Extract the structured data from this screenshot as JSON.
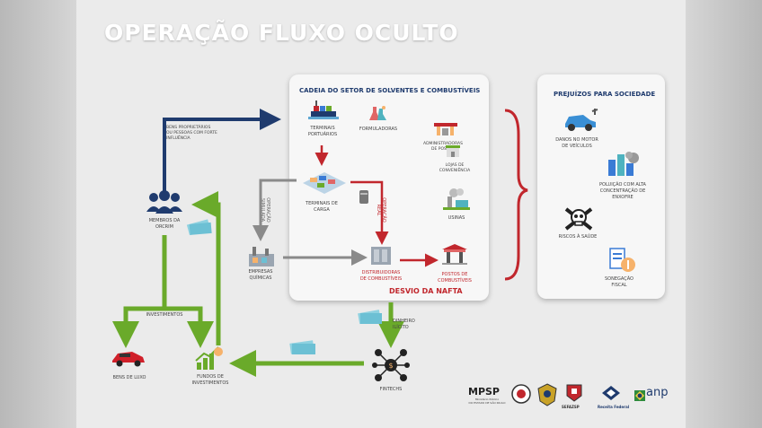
{
  "title": "OPERAÇÃO FLUXO OCULTO",
  "chain_panel": {
    "title": "CADEIA DO SETOR DE SOLVENTES E COMBUSTÍVEIS",
    "nodes": {
      "terminais_portuarios": "TERMINAIS\nPORTUÁRIOS",
      "formuladoras": "FORMULADORAS",
      "administradoras": "ADMINISTRADORAS\nDE POSTOS",
      "lojas": "LOJAS DE\nCONVENIÊNCIA",
      "terminais_carga": "TERMINAIS DE\nCARGA",
      "usinas": "USINAS",
      "distribuidoras": "DISTRIBUIDORAS\nDE COMBUSTÍVEIS",
      "postos": "POSTOS DE\nCOMBUSTÍVEIS"
    },
    "operacao_simulada": "OPERAÇÃO\nSIMULADA",
    "operacao_real": "OPERAÇÃO\nREAL",
    "desvio": "DESVIO DA NAFTA"
  },
  "impact_panel": {
    "title": "PREJUÍZOS PARA SOCIEDADE",
    "items": [
      "DANOS NO MOTOR\nDE VEÍCULOS",
      "POLUIÇÃO COM ALTA\nCONCENTRAÇÃO DE\nENXOFRE",
      "RISCOS À SAÚDE",
      "SONEGAÇÃO\nFISCAL"
    ]
  },
  "outside": {
    "bens_proprietarios": "BENS PROPRIETÁRIOS\nOU PESSOAS COM FORTE\nINFLUÊNCIA",
    "membros": "MEMBROS DA\nORCRIM",
    "empresas_quimicas": "EMPRESAS\nQUÍMICAS",
    "investimentos": "INVESTIMENTOS",
    "bens_luxo": "BENS DE LUXO",
    "fundos": "FUNDOS DE\nINVESTIMENTOS",
    "fintechs": "FINTECHS",
    "dinheiro_ilicito": "DINHEIRO\nILÍCITO"
  },
  "logos": {
    "mpsp": "MPSP",
    "mpsp_sub": "Ministério Público\nDO ESTADO DE SÃO PAULO",
    "sefaz": "SEFAZSP",
    "receita": "Receita Federal",
    "anp": "anp"
  },
  "colors": {
    "navy": "#1f3b6e",
    "red": "#c1272d",
    "green": "#6aaa2a",
    "gray": "#8a8a8a"
  }
}
